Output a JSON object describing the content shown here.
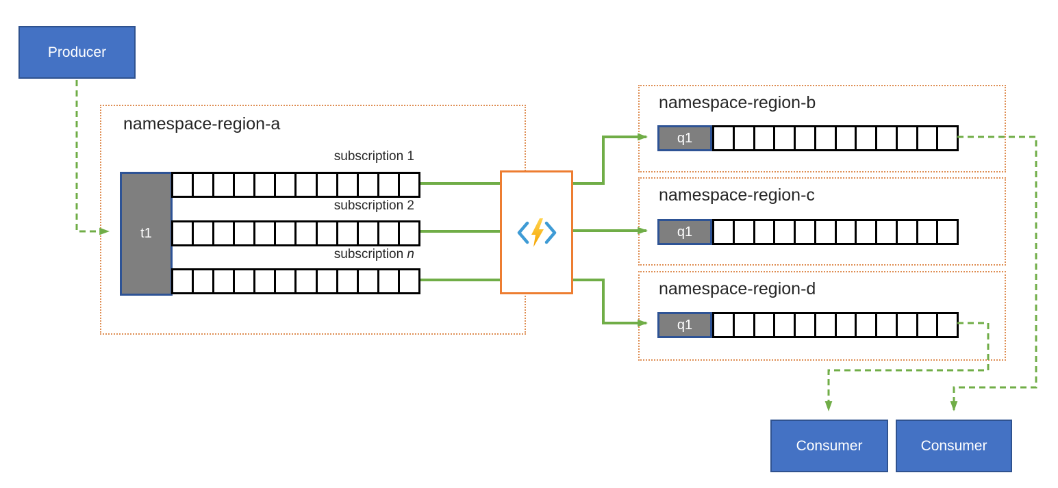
{
  "producer": {
    "label": "Producer"
  },
  "consumers": [
    {
      "label": "Consumer"
    },
    {
      "label": "Consumer"
    }
  ],
  "namespace_a": {
    "title": "namespace-region-a",
    "topic": {
      "label": "t1"
    },
    "cells_per_row": 12,
    "subscriptions": [
      {
        "text": "subscription 1",
        "italic": ""
      },
      {
        "text": "subscription 2",
        "italic": ""
      },
      {
        "text": "subscription ",
        "italic": "n"
      }
    ]
  },
  "regions": [
    {
      "title": "namespace-region-b",
      "queue_label": "q1",
      "cells": 12
    },
    {
      "title": "namespace-region-c",
      "queue_label": "q1",
      "cells": 12
    },
    {
      "title": "namespace-region-d",
      "queue_label": "q1",
      "cells": 12
    }
  ],
  "function_node": {
    "icon": "azure-functions-icon"
  },
  "colors": {
    "box_blue": "#4472C4",
    "box_blue_border": "#2F528F",
    "gray_fill": "#7F7F7F",
    "queue_border_blue": "#2E5395",
    "arrow_green": "#70AD47",
    "namespace_dotted_orange": "#DE8D52",
    "function_border_orange": "#ED7D31",
    "cell_border": "#000000",
    "icon_bracket_blue": "#3E9BD5",
    "icon_bolt_yellow": "#FFC600"
  }
}
